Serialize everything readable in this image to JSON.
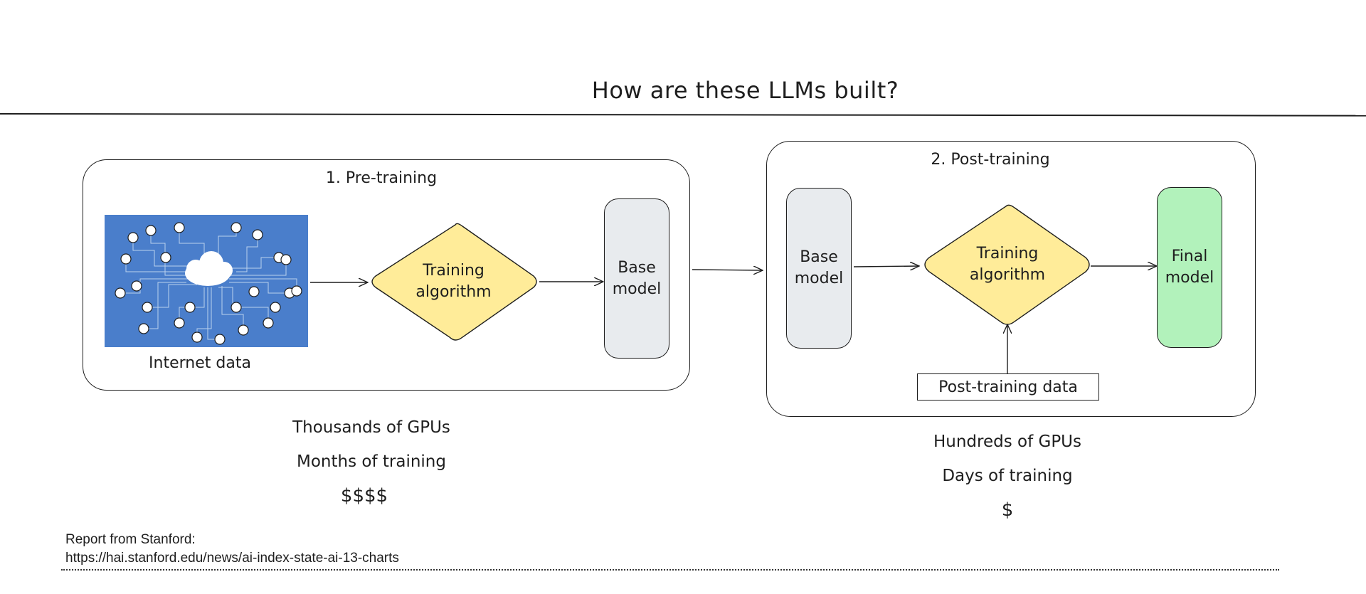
{
  "title": "How are these LLMs built?",
  "pretraining": {
    "title": "1. Pre-training",
    "internet_label": "Internet data",
    "algorithm_line1": "Training",
    "algorithm_line2": "algorithm",
    "base_line1": "Base",
    "base_line2": "model",
    "stats": [
      "Thousands of GPUs",
      "Months of training",
      "$$$$"
    ]
  },
  "posttraining": {
    "title": "2. Post-training",
    "base_line1": "Base",
    "base_line2": "model",
    "algorithm_line1": "Training",
    "algorithm_line2": "algorithm",
    "final_line1": "Final",
    "final_line2": "model",
    "data_label": "Post-training data",
    "stats": [
      "Hundreds of GPUs",
      "Days of training",
      "$"
    ]
  },
  "footer": {
    "line1": "Report from Stanford:",
    "line2": "https://hai.stanford.edu/news/ai-index-state-ai-13-charts"
  },
  "colors": {
    "diamond": "#ffec99",
    "base_model": "#e8ebee",
    "final_model": "#b2f2bb",
    "internet_bg": "#4a7ecb"
  }
}
